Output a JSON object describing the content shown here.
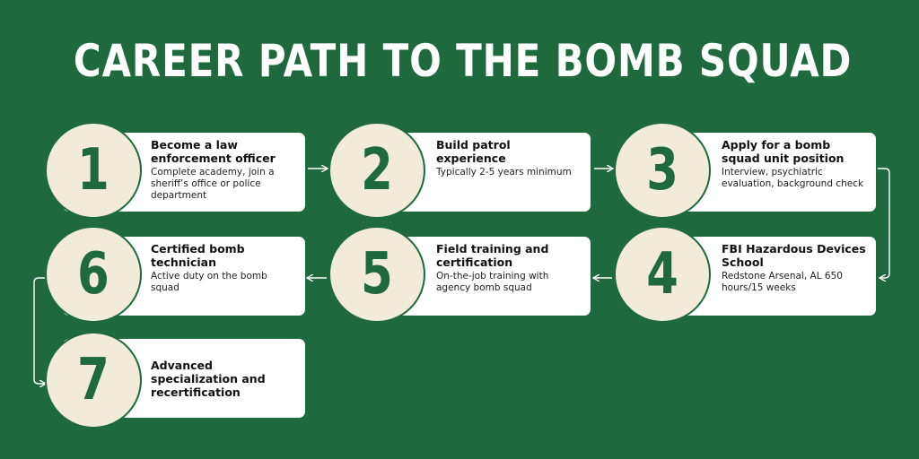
{
  "title": "CAREER PATH TO THE BOMB SQUAD",
  "colors": {
    "background": "#1e6a3c",
    "circle_fill": "#f2ebd7",
    "card": "#ffffff",
    "number": "#1e6a3c"
  },
  "steps": [
    {
      "number": "1",
      "title": "Become a law enforcement officer",
      "description": "Complete academy, join a sheriff’s office or police department"
    },
    {
      "number": "2",
      "title": "Build patrol experience",
      "description": "Typically 2-5 years minimum"
    },
    {
      "number": "3",
      "title": "Apply for a bomb squad unit position",
      "description": "Interview, psychiatric evaluation, background check"
    },
    {
      "number": "4",
      "title": "FBI Hazardous Devices School",
      "description": "Redstone Arsenal, AL 650 hours/15 weeks"
    },
    {
      "number": "5",
      "title": "Field training and certification",
      "description": "On-the-job training with agency bomb squad"
    },
    {
      "number": "6",
      "title": "Certified bomb technician",
      "description": "Active duty on the bomb squad"
    },
    {
      "number": "7",
      "title": "Advanced specialization and recertification",
      "description": ""
    }
  ]
}
